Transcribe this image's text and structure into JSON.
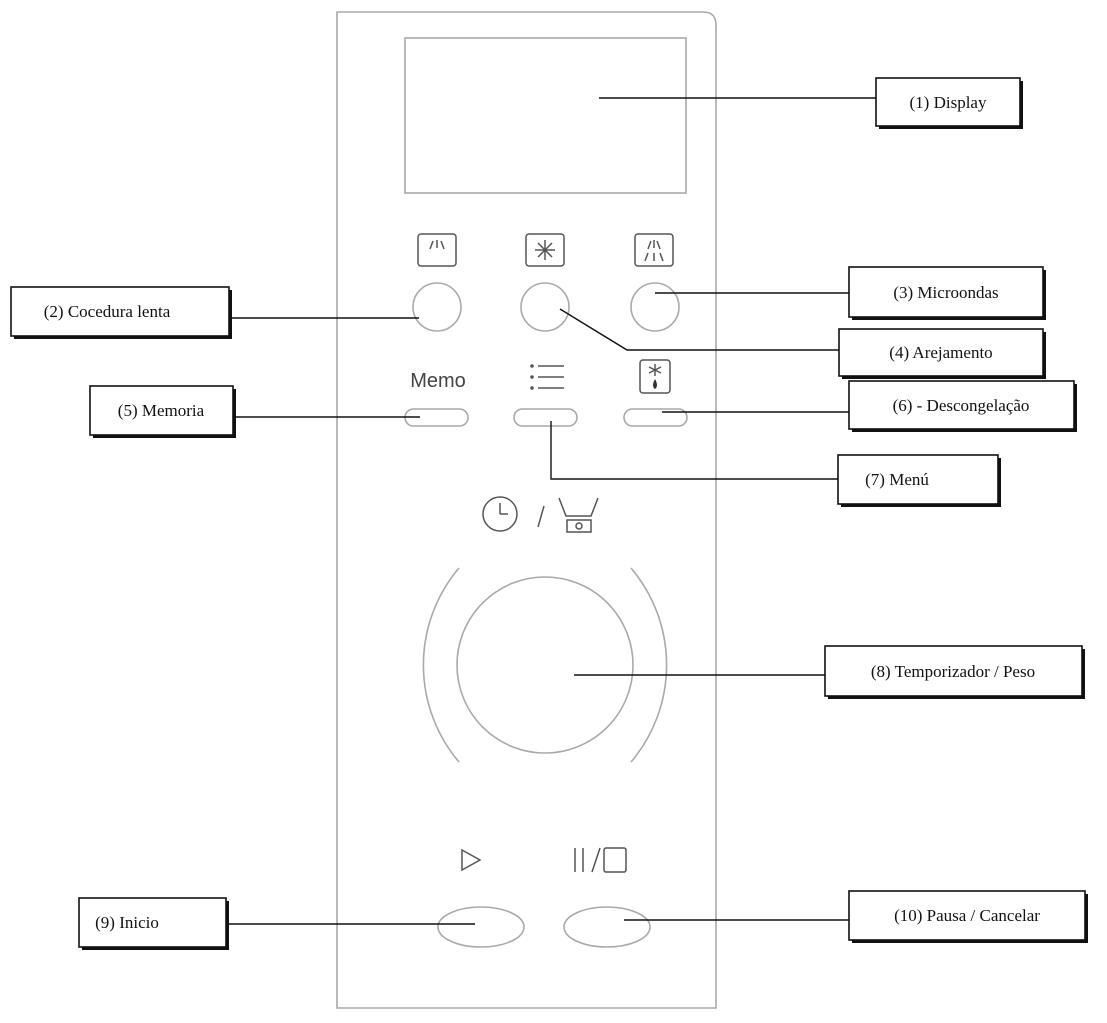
{
  "panel": {
    "memo_text": "Memo"
  },
  "labels": {
    "display": "(1) Display",
    "slow_cook": "(2) Cocedura lenta",
    "microwave": "(3) Microondas",
    "grill": "(4) Arejamento",
    "memory": "(5) Memoria",
    "defrost": "(6) - Descongelação",
    "menu": "(7) Menú",
    "timer_weight": "(8) Temporizador / Peso",
    "start": "(9) Inicio",
    "pause_cancel": "(10) Pausa / Cancelar"
  },
  "icons": {
    "slow_cook": "slow-cook-icon",
    "fan": "fan-icon",
    "microwave": "microwave-icon",
    "menu": "menu-list-icon",
    "defrost": "defrost-icon",
    "clock": "clock-icon",
    "weight": "scale-icon",
    "start": "play-icon",
    "pause_stop": "pause-stop-icon"
  }
}
